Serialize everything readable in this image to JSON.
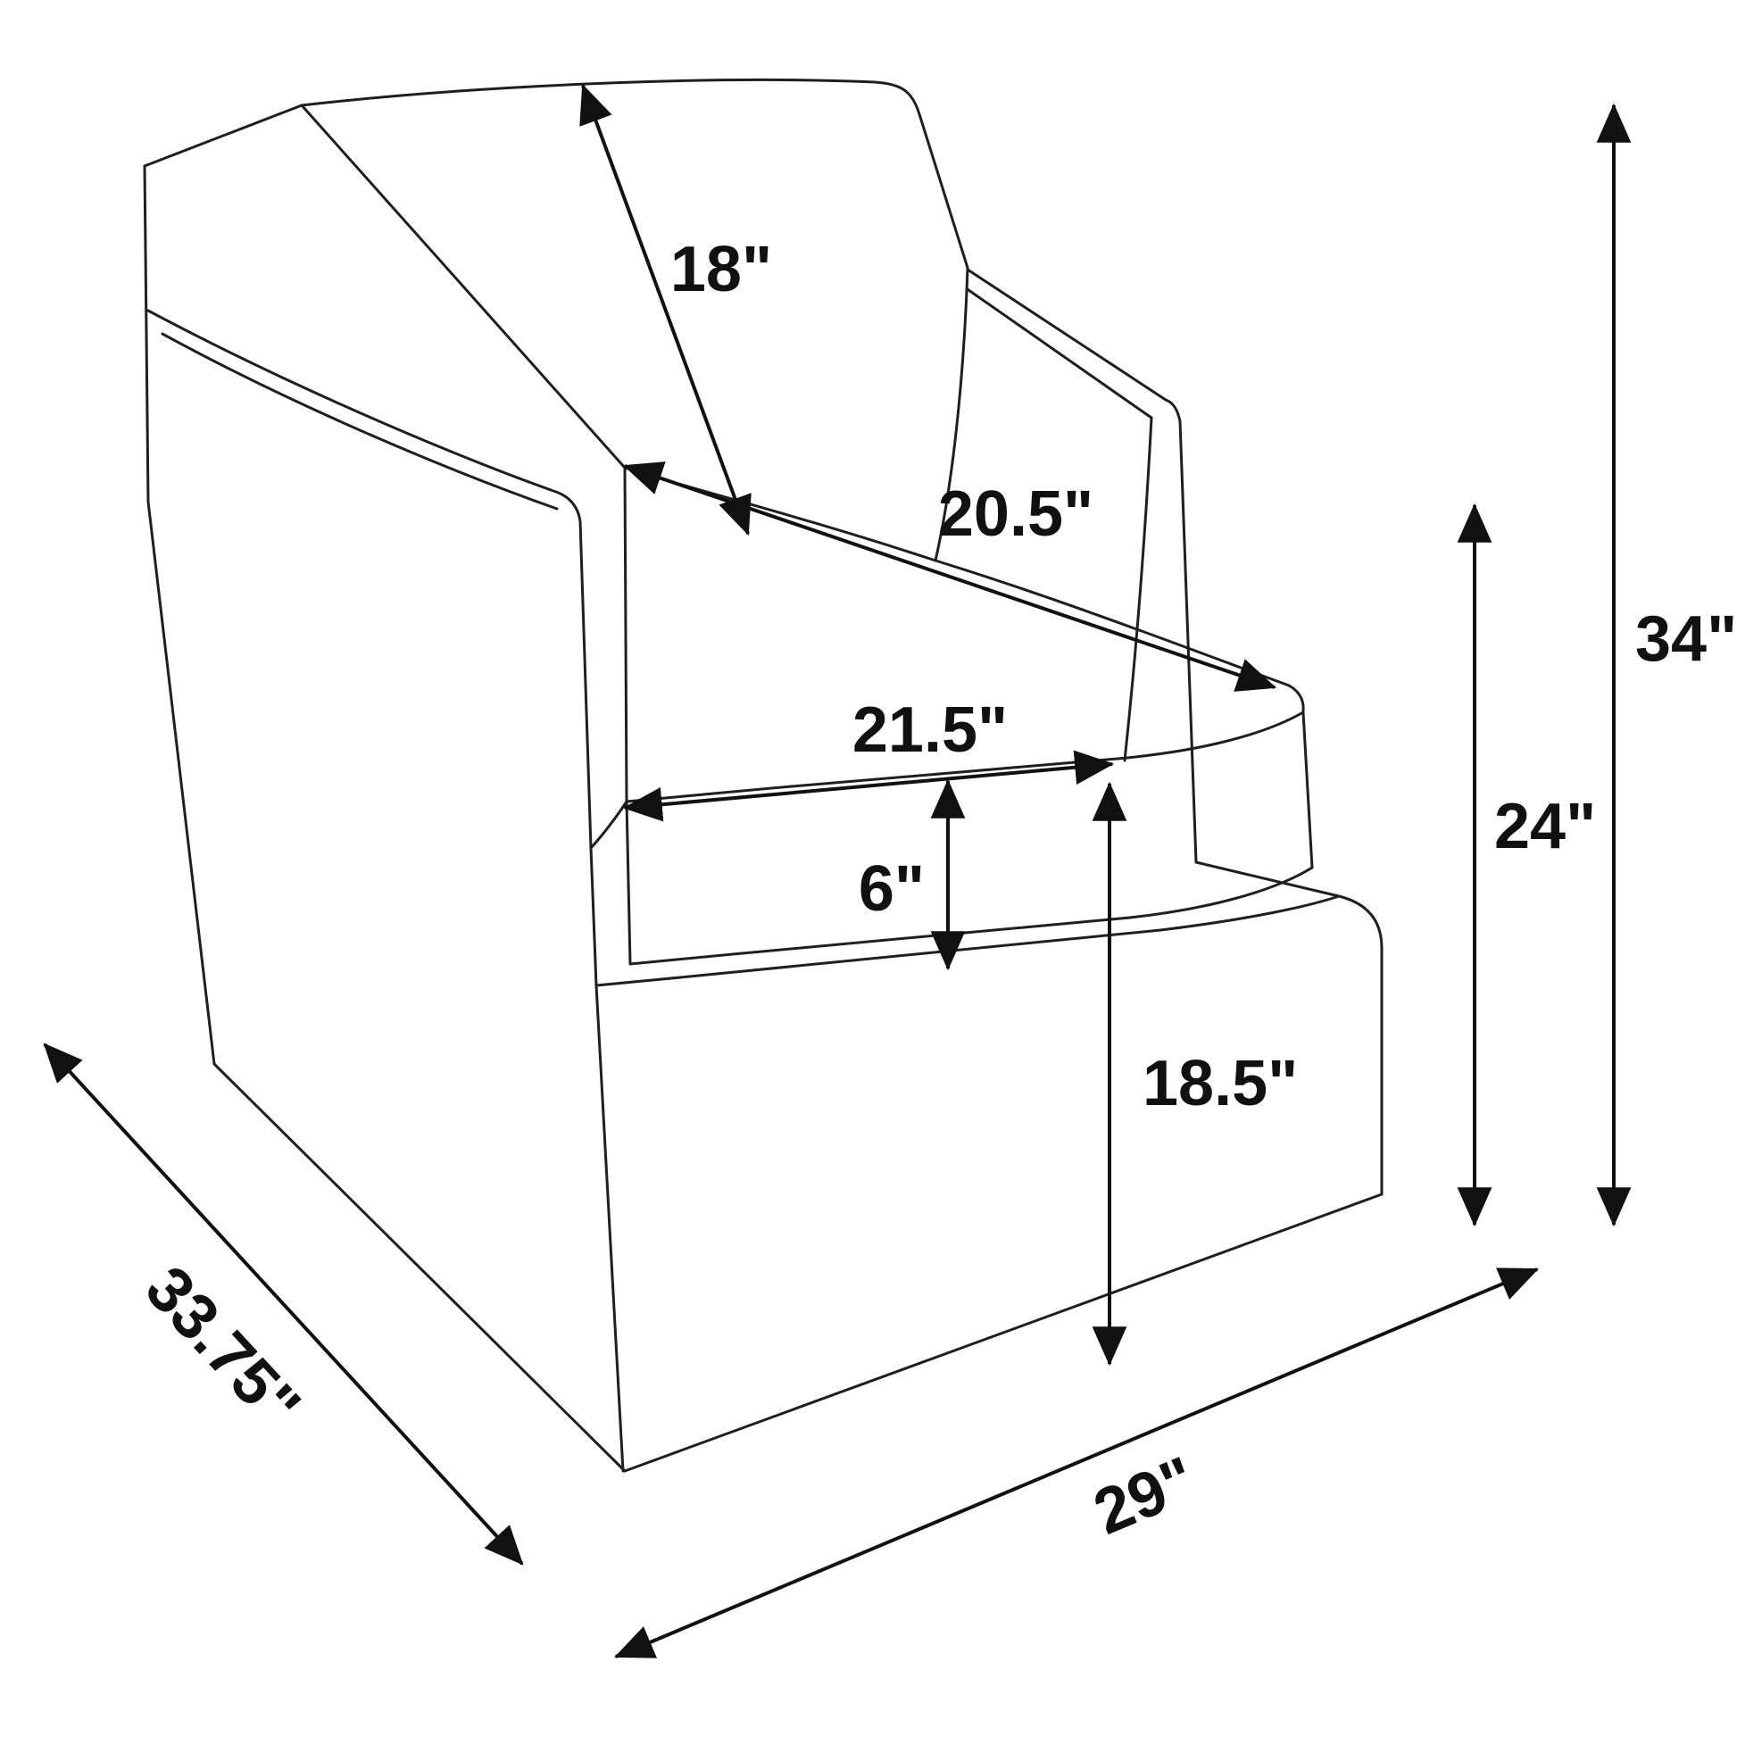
{
  "page": {
    "background": "#ffffff",
    "line_color": "#1f1f1f",
    "label_color": "#111111"
  },
  "dims": {
    "back_cushion_length": "18\"",
    "seat_depth": "20.5\"",
    "seat_width": "21.5\"",
    "cushion_thickness": "6\"",
    "seat_height": "18.5\"",
    "arm_height": "24\"",
    "overall_height": "34\"",
    "overall_depth": "33.75\"",
    "overall_width": "29\""
  }
}
